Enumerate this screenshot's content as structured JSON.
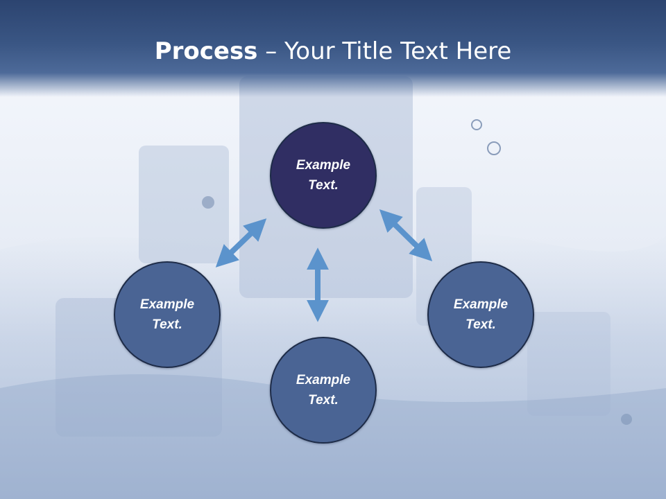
{
  "slide": {
    "title_bold": "Process",
    "title_rest": " – Your Title Text Here"
  },
  "nodes": {
    "top": "Example Text.",
    "left": "Example Text.",
    "right": "Example Text.",
    "bottom": "Example Text."
  },
  "colors": {
    "title_bar": "#3a5684",
    "center_node": "#302e63",
    "outer_node": "#4a6494",
    "arrow": "#5b93cc"
  }
}
